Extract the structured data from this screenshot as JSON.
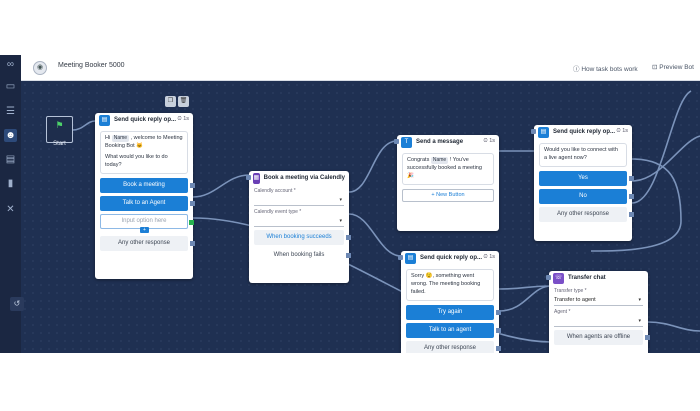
{
  "header": {
    "bot_name": "Meeting Booker 5000",
    "how_link": "How task bots work",
    "preview_link": "Preview Bot"
  },
  "start": {
    "label": "Start"
  },
  "node_reply1": {
    "title": "Send quick reply op...",
    "timer": "1s",
    "message_pre": "Hi ",
    "tag": "Name",
    "message_post": " , welcome to Meeting Booking Bot 🐱",
    "question": "What would you like to do today?",
    "buttons": [
      "Book a meeting",
      "Talk to an Agent"
    ],
    "input_placeholder": "Input option here",
    "any_other": "Any other response"
  },
  "node_calendly": {
    "title": "Book a meeting via Calendly",
    "account_label": "Calendly account *",
    "event_label": "Calendly event type *",
    "succeeds": "When booking succeeds",
    "fails": "When booking fails"
  },
  "node_message": {
    "title": "Send a message",
    "timer": "1s",
    "text_pre": "Congrats ",
    "tag": "Name",
    "text_post": " ! You've successfully booked a meeting 🎉",
    "new_button": "+ New Button"
  },
  "node_reply2": {
    "title": "Send quick reply op...",
    "timer": "1s",
    "question": "Would you like to connect with a live agent now?",
    "buttons": [
      "Yes",
      "No"
    ],
    "any_other": "Any other response"
  },
  "node_reply3": {
    "title": "Send quick reply op...",
    "timer": "1s",
    "text": "Sorry 😟, something went wrong. The meeting booking failed.",
    "buttons": [
      "Try again",
      "Talk to an agent"
    ],
    "any_other": "Any other response"
  },
  "node_transfer": {
    "title": "Transfer chat",
    "type_label": "Transfer type *",
    "type_value": "Transfer to agent",
    "agent_label": "Agent *",
    "offline": "When agents are offline"
  },
  "colors": {
    "canvas": "#1f3052",
    "accent": "#1b7fd6",
    "transfer_accent": "#7a4fc7",
    "sidebar": "#1b2742"
  }
}
